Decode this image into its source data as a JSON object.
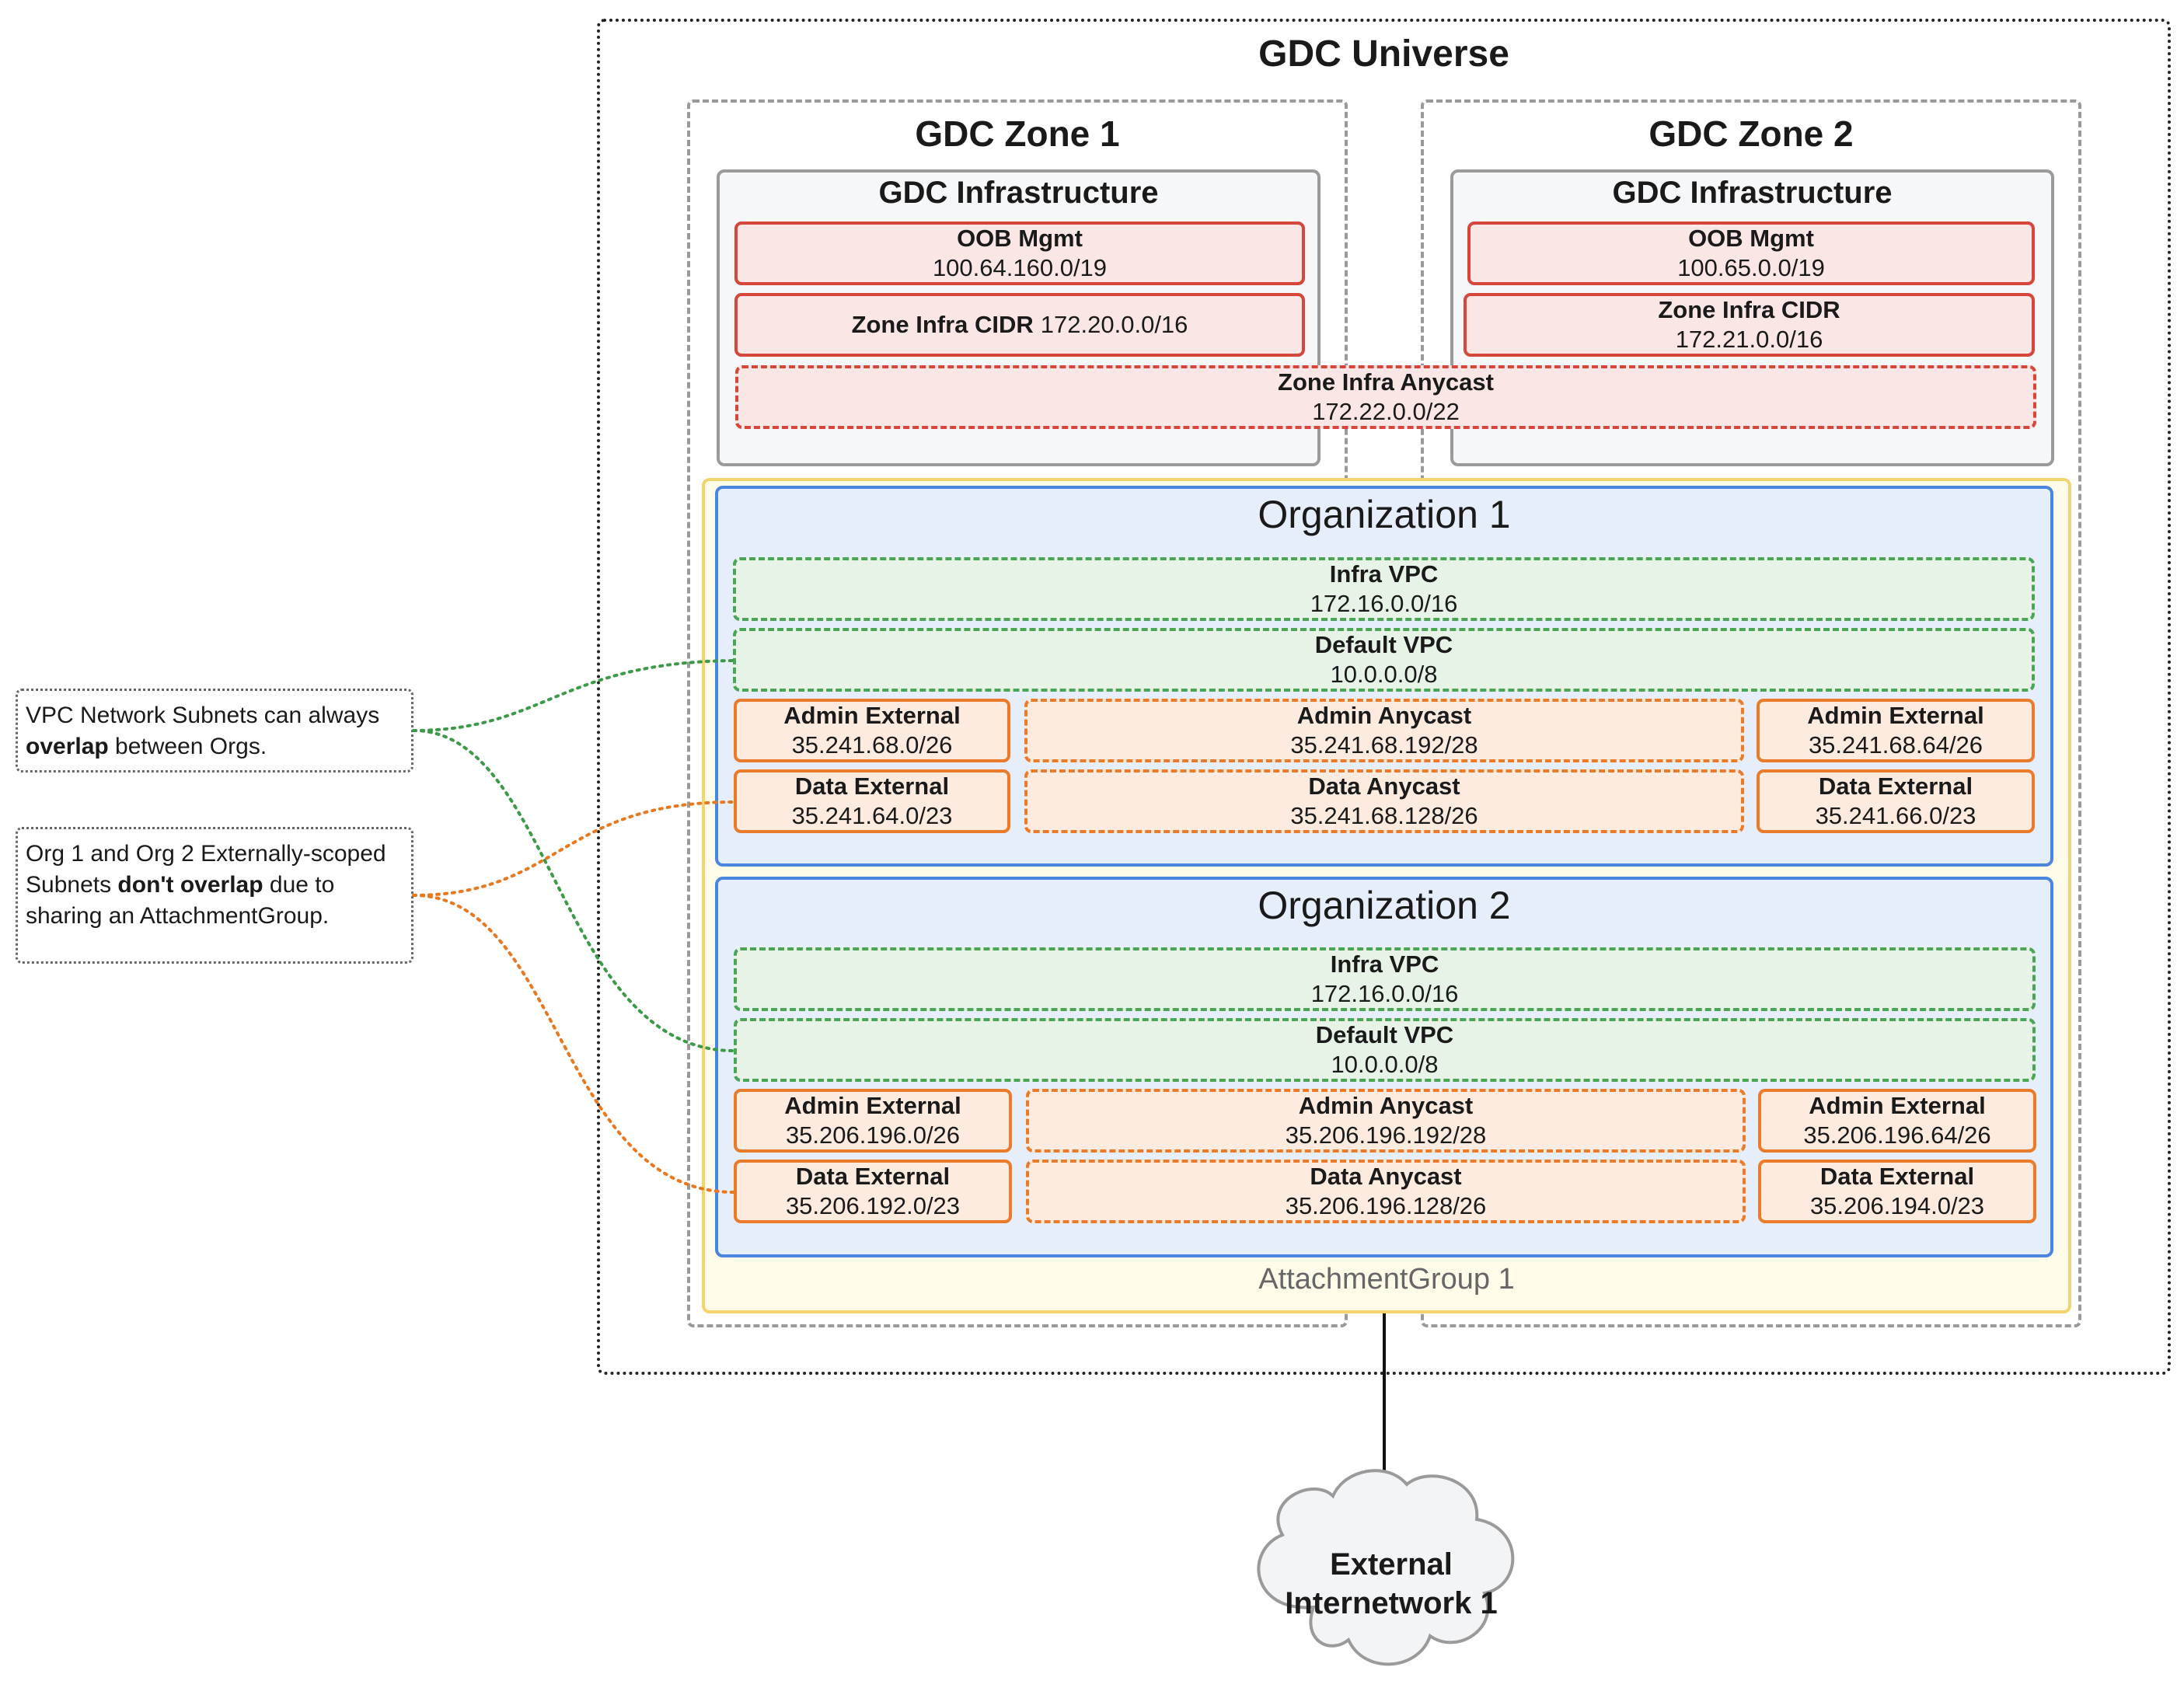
{
  "universe": {
    "title": "GDC Universe"
  },
  "zones": [
    {
      "title": "GDC Zone 1",
      "infra_title": "GDC Infrastructure",
      "oob_label": "OOB Mgmt",
      "oob_cidr": "100.64.160.0/19",
      "zone_infra_label": "Zone Infra CIDR",
      "zone_infra_cidr": "172.20.0.0/16"
    },
    {
      "title": "GDC Zone 2",
      "infra_title": "GDC Infrastructure",
      "oob_label": "OOB Mgmt",
      "oob_cidr": "100.65.0.0/19",
      "zone_infra_label": "Zone Infra CIDR",
      "zone_infra_cidr": "172.21.0.0/16"
    }
  ],
  "zone_infra_anycast": {
    "label": "Zone Infra Anycast",
    "cidr": "172.22.0.0/22"
  },
  "organizations": [
    {
      "title": "Organization 1",
      "infra_vpc": {
        "label": "Infra VPC",
        "cidr": "172.16.0.0/16"
      },
      "default_vpc": {
        "label": "Default VPC",
        "cidr": "10.0.0.0/8"
      },
      "admin_external_1": {
        "label": "Admin External",
        "cidr": "35.241.68.0/26"
      },
      "admin_anycast": {
        "label": "Admin Anycast",
        "cidr": "35.241.68.192/28"
      },
      "admin_external_2": {
        "label": "Admin External",
        "cidr": "35.241.68.64/26"
      },
      "data_external_1": {
        "label": "Data External",
        "cidr": "35.241.64.0/23"
      },
      "data_anycast": {
        "label": "Data Anycast",
        "cidr": "35.241.68.128/26"
      },
      "data_external_2": {
        "label": "Data External",
        "cidr": "35.241.66.0/23"
      }
    },
    {
      "title": "Organization 2",
      "infra_vpc": {
        "label": "Infra VPC",
        "cidr": "172.16.0.0/16"
      },
      "default_vpc": {
        "label": "Default VPC",
        "cidr": "10.0.0.0/8"
      },
      "admin_external_1": {
        "label": "Admin External",
        "cidr": "35.206.196.0/26"
      },
      "admin_anycast": {
        "label": "Admin Anycast",
        "cidr": "35.206.196.192/28"
      },
      "admin_external_2": {
        "label": "Admin External",
        "cidr": "35.206.196.64/26"
      },
      "data_external_1": {
        "label": "Data External",
        "cidr": "35.206.192.0/23"
      },
      "data_anycast": {
        "label": "Data Anycast",
        "cidr": "35.206.196.128/26"
      },
      "data_external_2": {
        "label": "Data External",
        "cidr": "35.206.194.0/23"
      }
    }
  ],
  "attachment_group": {
    "label": "AttachmentGroup 1"
  },
  "notes": [
    {
      "pre": "VPC Network Subnets can always ",
      "bold": "overlap",
      "post": " between Orgs."
    },
    {
      "pre": "Org 1 and Org 2 Externally-scoped Subnets ",
      "bold": "don't overlap",
      "post": " due to sharing an AttachmentGroup."
    }
  ],
  "external_network": {
    "line1": "External",
    "line2": "Internetwork 1"
  },
  "colors": {
    "infra_border": "#d6463b",
    "vpc_border": "#4aa557",
    "external_border": "#ea7b2b",
    "org_border": "#4a86e0",
    "attachment_border": "#f5d36f",
    "note_green_connector": "#3a9a47",
    "note_orange_connector": "#e8781f"
  }
}
